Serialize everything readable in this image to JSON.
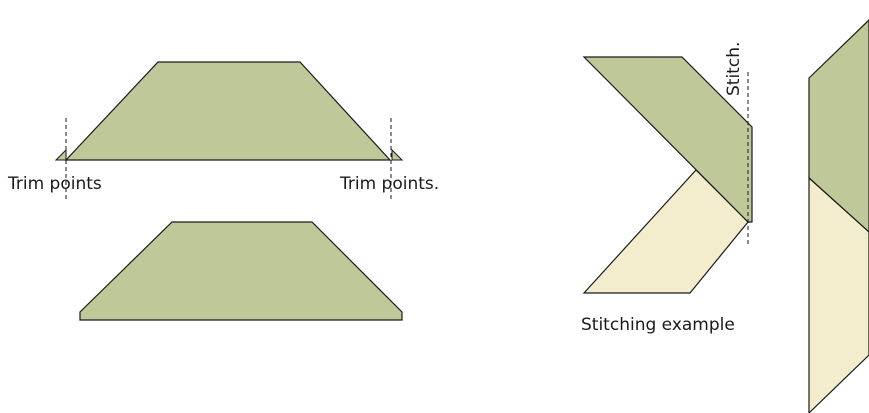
{
  "labels": {
    "trim_left": "Trim points",
    "trim_right": "Trim points.",
    "stitch": "Stitch.",
    "stitching_example": "Stitching example"
  },
  "colors": {
    "green": "#bec899",
    "cream": "#f4edcd",
    "stroke": "#1a1a1a",
    "background": "#ffffff"
  }
}
